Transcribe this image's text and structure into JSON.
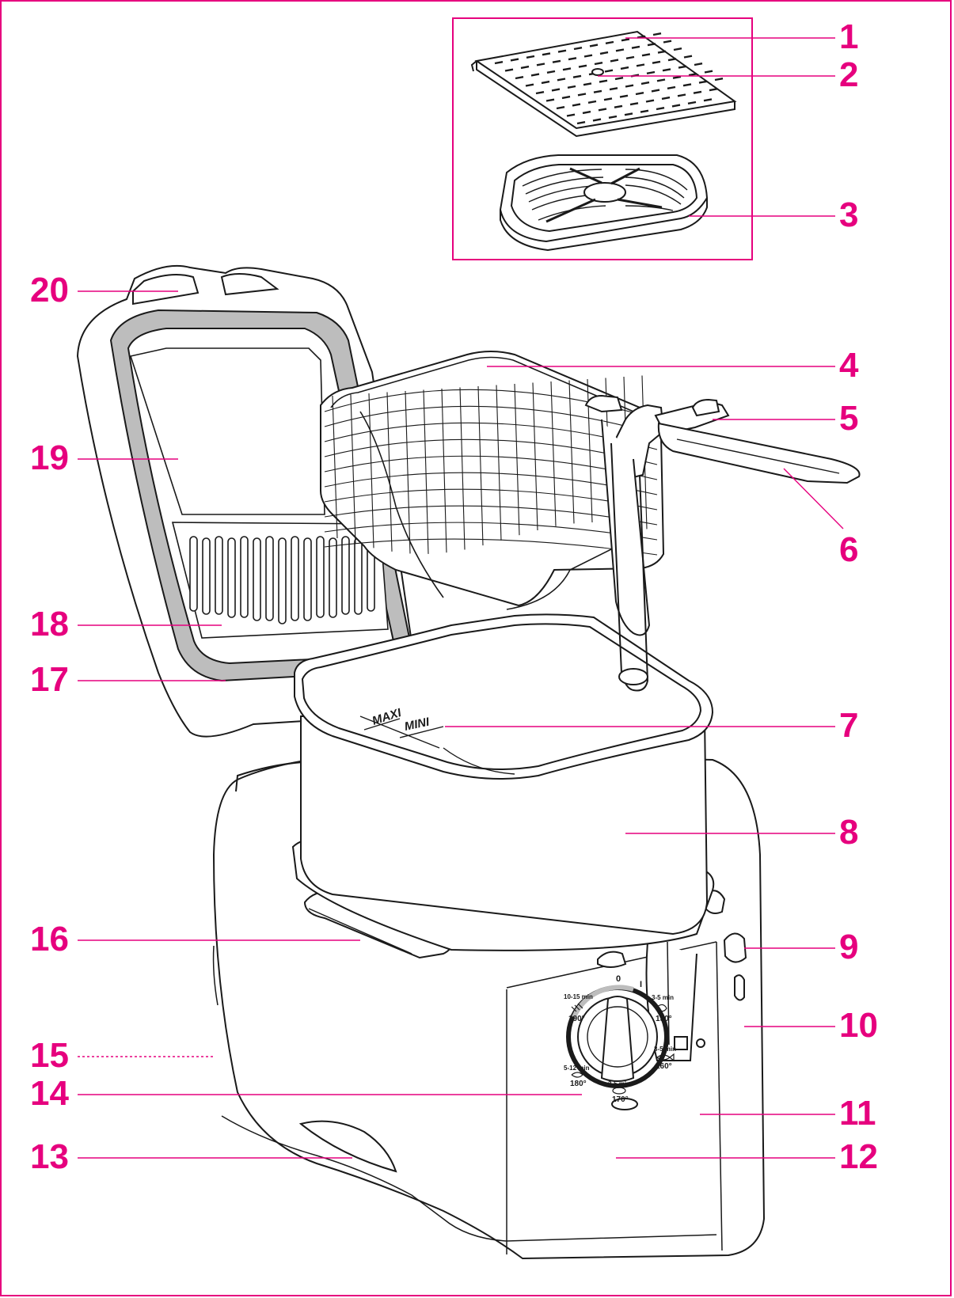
{
  "colors": {
    "accent": "#e6007e",
    "line": "#1a1a1a",
    "gasket": "#bdbdbd",
    "fill": "#ffffff"
  },
  "vessel_marks": {
    "max": "MAXI",
    "min": "MINI"
  },
  "thermostat": {
    "off": "0",
    "on": "I",
    "settings": [
      {
        "time": "3-5 min",
        "temp": "150°"
      },
      {
        "time": "3-5 min",
        "temp": "160°"
      },
      {
        "time": "3-5 min",
        "temp": "170°"
      },
      {
        "time": "5-12 min",
        "temp": "180°"
      },
      {
        "time": "10-15 min",
        "temp": "190°"
      }
    ]
  },
  "callouts": [
    {
      "num": "1",
      "side": "right"
    },
    {
      "num": "2",
      "side": "right"
    },
    {
      "num": "3",
      "side": "right"
    },
    {
      "num": "4",
      "side": "right"
    },
    {
      "num": "5",
      "side": "right"
    },
    {
      "num": "6",
      "side": "right"
    },
    {
      "num": "7",
      "side": "right"
    },
    {
      "num": "8",
      "side": "right"
    },
    {
      "num": "9",
      "side": "right"
    },
    {
      "num": "10",
      "side": "right"
    },
    {
      "num": "11",
      "side": "right"
    },
    {
      "num": "12",
      "side": "right"
    },
    {
      "num": "13",
      "side": "left"
    },
    {
      "num": "14",
      "side": "left"
    },
    {
      "num": "15",
      "side": "left"
    },
    {
      "num": "16",
      "side": "left"
    },
    {
      "num": "17",
      "side": "left"
    },
    {
      "num": "18",
      "side": "left"
    },
    {
      "num": "19",
      "side": "left"
    },
    {
      "num": "20",
      "side": "left"
    }
  ]
}
